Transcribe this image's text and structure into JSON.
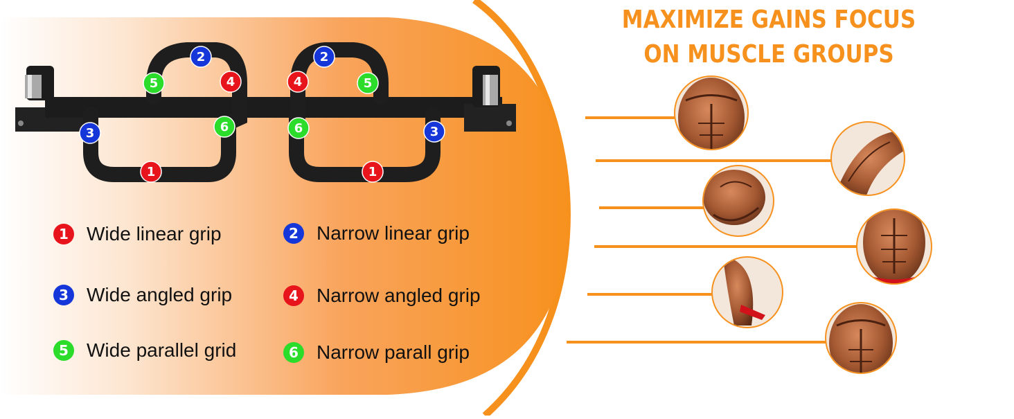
{
  "headline": {
    "line1": "MAXIMIZE GAINS FOCUS",
    "line2": "ON MUSCLE GROUPS"
  },
  "colors": {
    "accent": "#f7911e",
    "grip_red": "#e8141c",
    "grip_blue": "#1536d8",
    "grip_green": "#2bdc2b",
    "bar": "#1c1c1c"
  },
  "diagram_markers": {
    "left_bar": [
      "2",
      "5",
      "4",
      "3",
      "6",
      "1"
    ],
    "right_bar": [
      "2",
      "4",
      "5",
      "6",
      "3",
      "1"
    ]
  },
  "grips": [
    {
      "number": "1",
      "label": "Wide linear grip",
      "color": "red"
    },
    {
      "number": "2",
      "label": "Narrow linear grip",
      "color": "blue"
    },
    {
      "number": "3",
      "label": "Wide angled grip",
      "color": "blue"
    },
    {
      "number": "4",
      "label": "Narrow angled grip",
      "color": "red"
    },
    {
      "number": "5",
      "label": "Wide parallel grid",
      "color": "green"
    },
    {
      "number": "6",
      "label": "Narrow parall grip",
      "color": "green"
    }
  ],
  "muscle_thumbnails": [
    {
      "icon": "chest-abs-photo"
    },
    {
      "icon": "forearm-photo"
    },
    {
      "icon": "shoulder-photo"
    },
    {
      "icon": "abs-photo"
    },
    {
      "icon": "arm-photo"
    },
    {
      "icon": "chest-abs-photo"
    }
  ]
}
